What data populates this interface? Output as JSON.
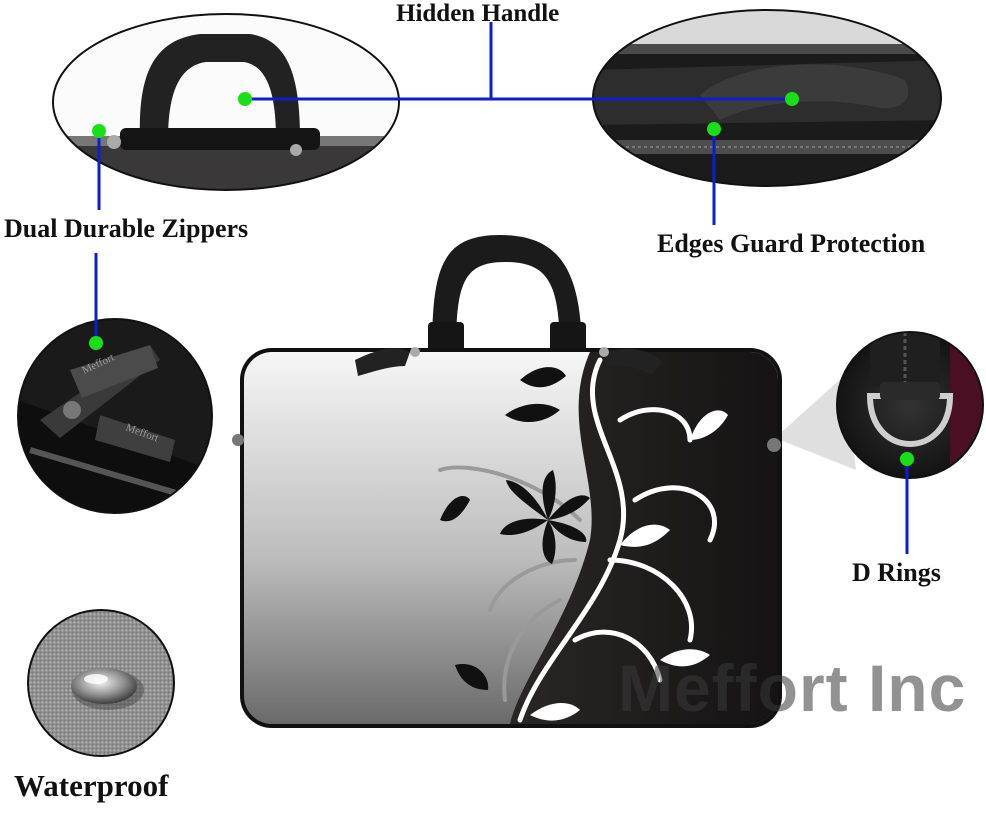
{
  "labels": {
    "hidden_handle": "Hidden Handle",
    "dual_zippers": "Dual Durable Zippers",
    "edges_guard": "Edges Guard Protection",
    "d_rings": "D Rings",
    "waterproof": "Waterproof"
  },
  "bag": {
    "watermark": "Meffort Inc",
    "zipper_pull_text": "Meffort"
  },
  "colors": {
    "leader_line": "#0a1fd0",
    "marker_dot": "#18e018",
    "bag_dark": "#1a1616",
    "bag_light": "#f4f4f4",
    "lining": "#4a0f22"
  }
}
